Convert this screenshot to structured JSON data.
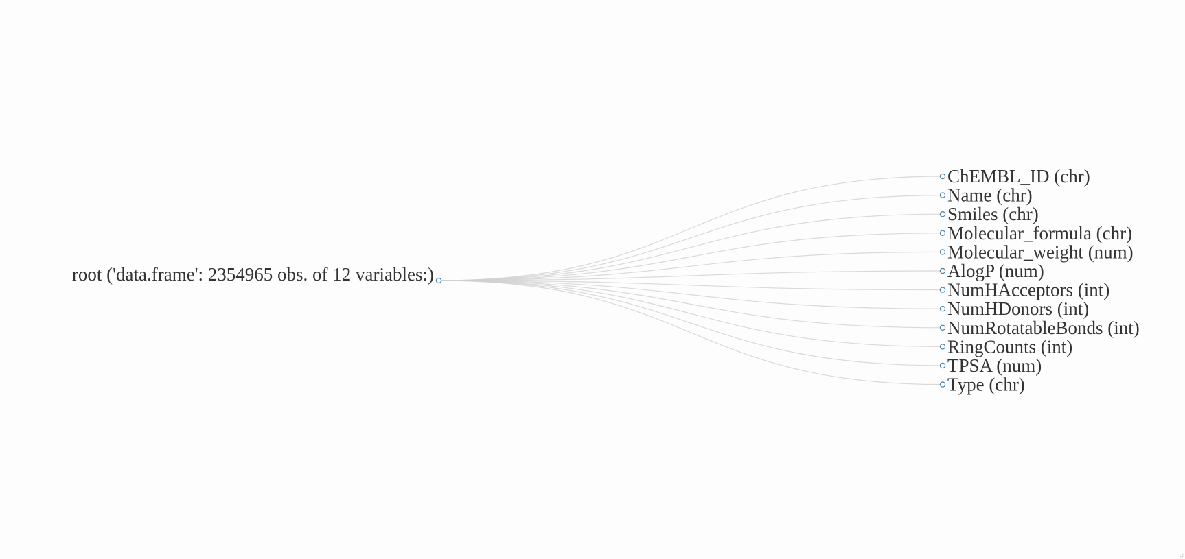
{
  "tree": {
    "root": {
      "label": "root ('data.frame': 2354965 obs. of 12 variables:)"
    },
    "children": [
      {
        "label": "ChEMBL_ID (chr)"
      },
      {
        "label": "Name (chr)"
      },
      {
        "label": "Smiles (chr)"
      },
      {
        "label": "Molecular_formula (chr)"
      },
      {
        "label": "Molecular_weight (num)"
      },
      {
        "label": "AlogP (num)"
      },
      {
        "label": "NumHAcceptors (int)"
      },
      {
        "label": "NumHDonors (int)"
      },
      {
        "label": "NumRotatableBonds (int)"
      },
      {
        "label": "RingCounts (int)"
      },
      {
        "label": "TPSA (num)"
      },
      {
        "label": "Type (chr)"
      }
    ]
  },
  "colors": {
    "node_stroke": "#4682b4",
    "link": "#cfcfcf",
    "text": "#333333",
    "background": "#fdfdfd"
  }
}
